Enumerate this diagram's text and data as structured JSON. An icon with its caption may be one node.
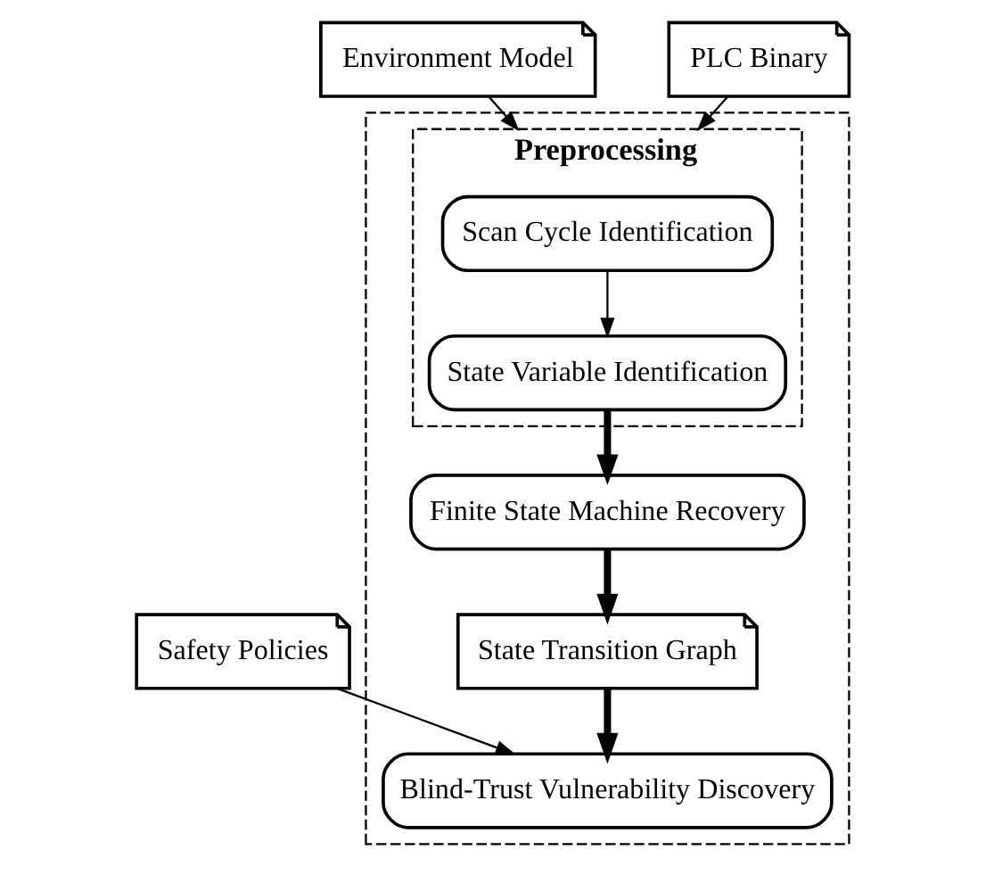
{
  "diagram": {
    "nodes": [
      {
        "text": [],
        "shape": "box"
      },
      {
        "text": [
          "Environment Model"
        ]
      },
      {
        "text": [
          "PLC Binary"
        ]
      },
      {
        "text": [
          "Preprocessing"
        ],
        "in": 0
      },
      {
        "text": [
          "Scan Cycle Identification"
        ],
        "in": 3
      },
      {
        "text": [
          "State Variable Identification"
        ],
        "in": 3
      },
      {
        "text": [
          "Finite State Machine Recovery"
        ],
        "in": 0
      },
      {
        "text": [
          "State Transition Graph"
        ],
        "in": 0
      },
      {
        "text": [
          "Safety Policies"
        ]
      },
      {
        "text": [
          "Blind-Trust Vulnerability Discovery"
        ],
        "in": 0
      }
    ],
    "edges": [
      {
        "from": 1,
        "to": 3,
        "arrow": "to"
      },
      {
        "from": 2,
        "to": 3,
        "arrow": "to"
      },
      {
        "from": 4,
        "to": 5,
        "arrow": "to"
      },
      {
        "from": 5,
        "to": 6,
        "arrow": "to",
        "style": "thick"
      },
      {
        "from": 6,
        "to": 7,
        "arrow": "to",
        "style": "thick"
      },
      {
        "from": 7,
        "to": 9,
        "arrow": "to",
        "style": "thick"
      },
      {
        "from": 8,
        "to": 9,
        "arrow": "to"
      }
    ]
  }
}
